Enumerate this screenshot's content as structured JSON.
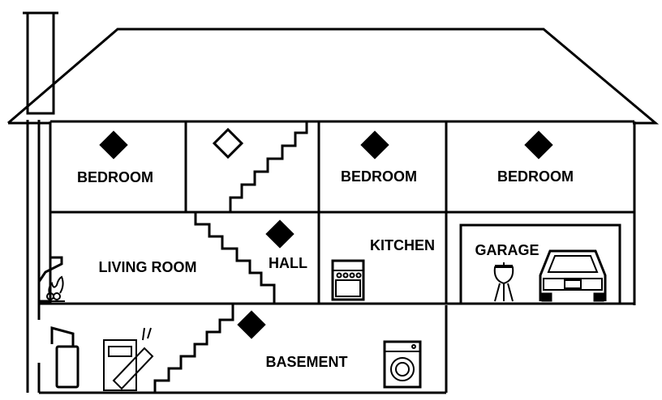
{
  "rooms": {
    "bedroom_1": "BEDROOM",
    "bedroom_2": "BEDROOM",
    "bedroom_3": "BEDROOM",
    "living_room": "LIVING ROOM",
    "hall": "HALL",
    "kitchen": "KITCHEN",
    "garage": "GARAGE",
    "basement": "BASEMENT"
  },
  "marker_colors": {
    "filled": "#000000",
    "outline": "#ffffff"
  }
}
